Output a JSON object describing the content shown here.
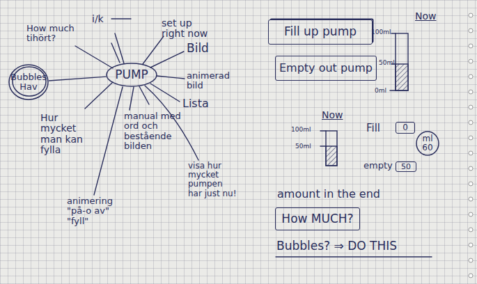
{
  "diagram": {
    "nodes": [
      {
        "text": [
          "Bubbles Hav"
        ]
      },
      {
        "text": [
          "PUMP"
        ]
      },
      {
        "text": [
          "Fill up pump"
        ]
      },
      {
        "text": [
          "Empty out pump"
        ]
      },
      {
        "text": [
          "0"
        ]
      },
      {
        "text": [
          "ml 60"
        ]
      },
      {
        "text": [
          "50"
        ]
      },
      {
        "text": [
          "How MUCH?"
        ]
      }
    ],
    "edges": [
      {
        "from": 0,
        "to": 1,
        "arrow": "none"
      }
    ],
    "labels": [
      "How much tihört?",
      "i/k",
      "set up right now",
      "Bild",
      "animerad bild",
      "Lista",
      "Hur mycket man kan fylla",
      "manual med ord och bestående bilden",
      "visa hur mycket pumpen har just nu!",
      "animering \"på-o av\" \"fyll\"",
      "Now",
      "100ml",
      "50ml",
      "0ml",
      "Now",
      "100ml",
      "50ml",
      "Fill",
      "empty",
      "amount in the end",
      "Bubbles? ⇒ DO THIS"
    ]
  }
}
